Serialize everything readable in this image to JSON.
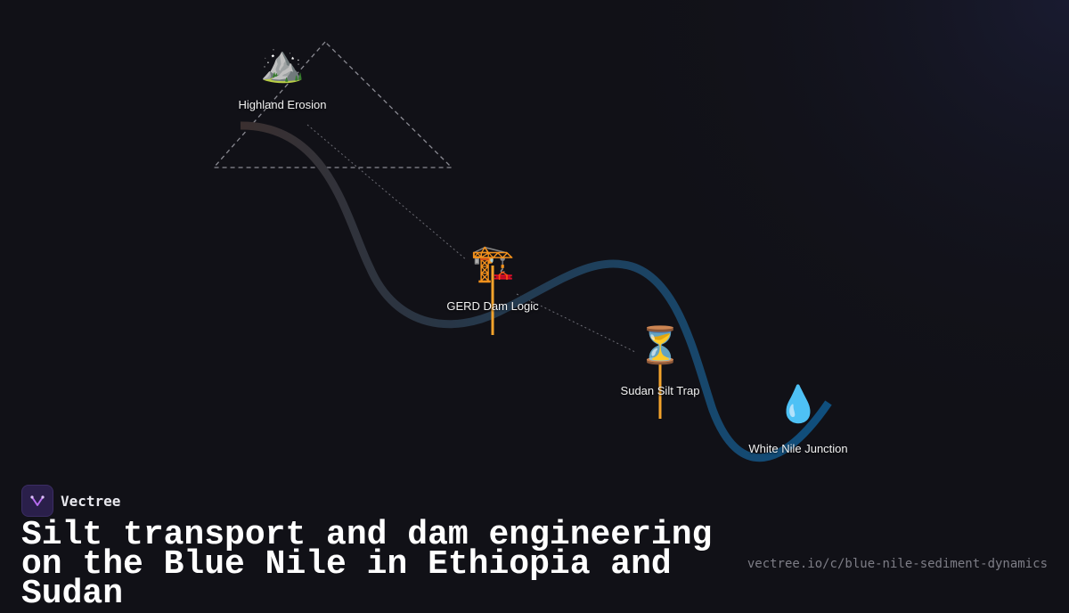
{
  "nodes": [
    {
      "label": "Highland Erosion",
      "icon": "mountain-icon",
      "glyph": "⛰️"
    },
    {
      "label": "GERD Dam Logic",
      "icon": "construction-crane-icon",
      "glyph": "🏗️"
    },
    {
      "label": "Sudan Silt Trap",
      "icon": "hourglass-icon",
      "glyph": "⏳"
    },
    {
      "label": "White Nile Junction",
      "icon": "water-droplet-icon",
      "glyph": "💧"
    }
  ],
  "brand": {
    "name": "Vectree",
    "logo_icon": "vectree-logo-icon"
  },
  "title": "Silt transport and dam engineering on the Blue Nile in Ethiopia and Sudan",
  "url": "vectree.io/c/blue-nile-sediment-dynamics",
  "colors": {
    "background": "#111117",
    "river_start": "#3a2f2f",
    "river_end": "#0f4f7e",
    "marker_stem": "#f3a32b",
    "text": "#f2f2f2"
  }
}
